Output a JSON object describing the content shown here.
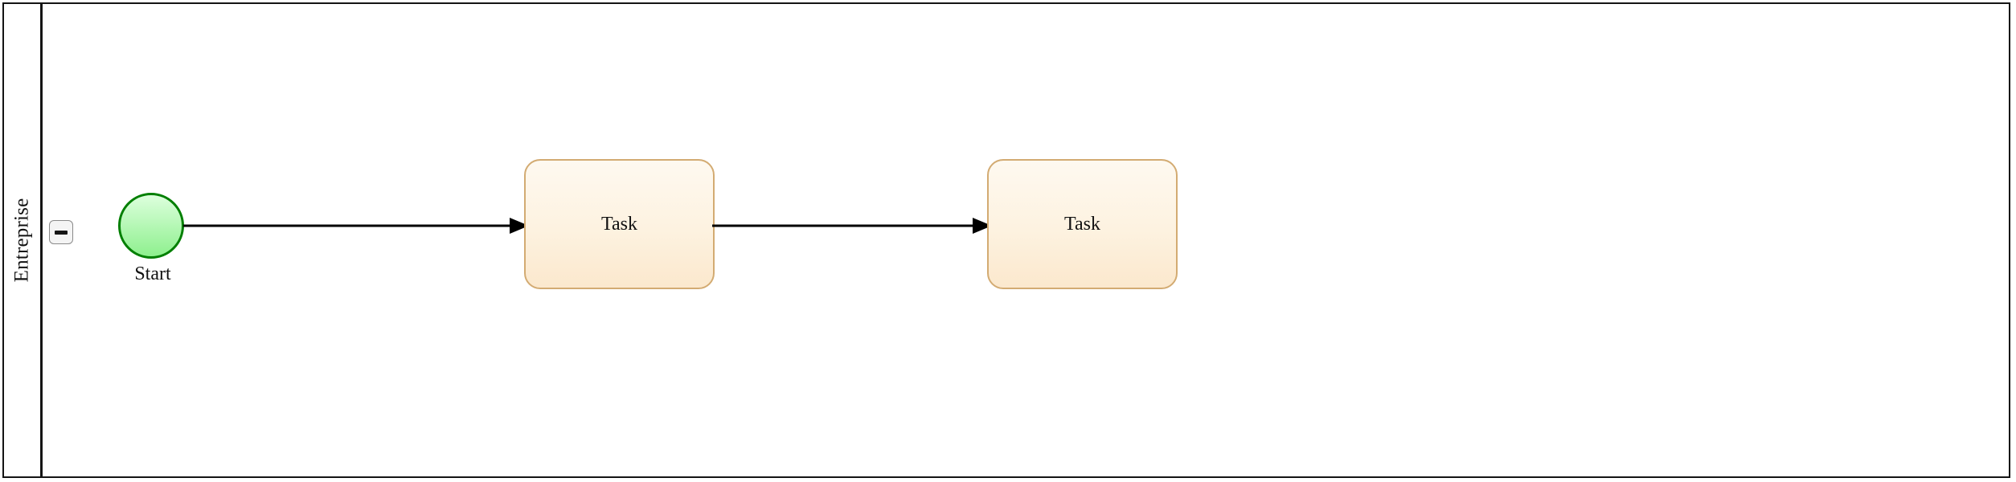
{
  "diagram": {
    "type": "bpmn-process-pool",
    "background_color": "#ffffff"
  },
  "pool": {
    "name": "Entreprise",
    "label_orientation": "vertical",
    "border_color": "#141414",
    "collapse_button": {
      "icon": "minus-icon",
      "state": "expanded",
      "tooltip": "Collapse"
    }
  },
  "nodes": [
    {
      "id": "start-event",
      "type": "start-event",
      "label": "Start",
      "shape": "circle",
      "fill_top": "#ddffdd",
      "fill_bottom": "#8ef08e",
      "border_color": "#007f00"
    },
    {
      "id": "task-1",
      "type": "task",
      "label": "Task",
      "shape": "rounded-rectangle",
      "fill_top": "#fef9f0",
      "fill_bottom": "#fbe8cd",
      "border_color": "#d3ab72"
    },
    {
      "id": "task-2",
      "type": "task",
      "label": "Task",
      "shape": "rounded-rectangle",
      "fill_top": "#fef9f0",
      "fill_bottom": "#fbe8cd",
      "border_color": "#d3ab72"
    }
  ],
  "flows": [
    {
      "id": "flow-1",
      "type": "sequence-flow",
      "from": "start-event",
      "to": "task-1",
      "color": "#000000",
      "arrowhead": "filled-triangle"
    },
    {
      "id": "flow-2",
      "type": "sequence-flow",
      "from": "task-1",
      "to": "task-2",
      "color": "#000000",
      "arrowhead": "filled-triangle"
    }
  ]
}
